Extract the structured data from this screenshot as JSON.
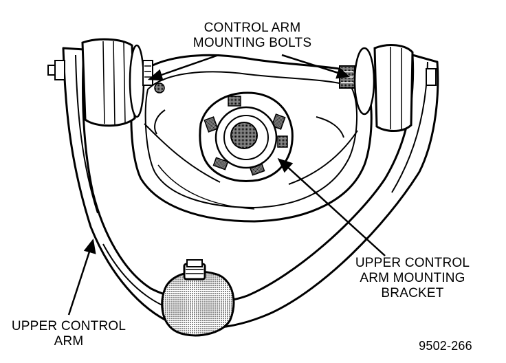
{
  "labels": {
    "bolts": [
      "CONTROL ARM",
      "MOUNTING BOLTS"
    ],
    "bracket": [
      "UPPER CONTROL",
      "ARM MOUNTING",
      "BRACKET"
    ],
    "arm": [
      "UPPER CONTROL",
      "ARM"
    ],
    "figure_number": "9502-266"
  },
  "colors": {
    "ink": "#000000",
    "paper": "#ffffff",
    "shade": "#b8b8b8"
  }
}
